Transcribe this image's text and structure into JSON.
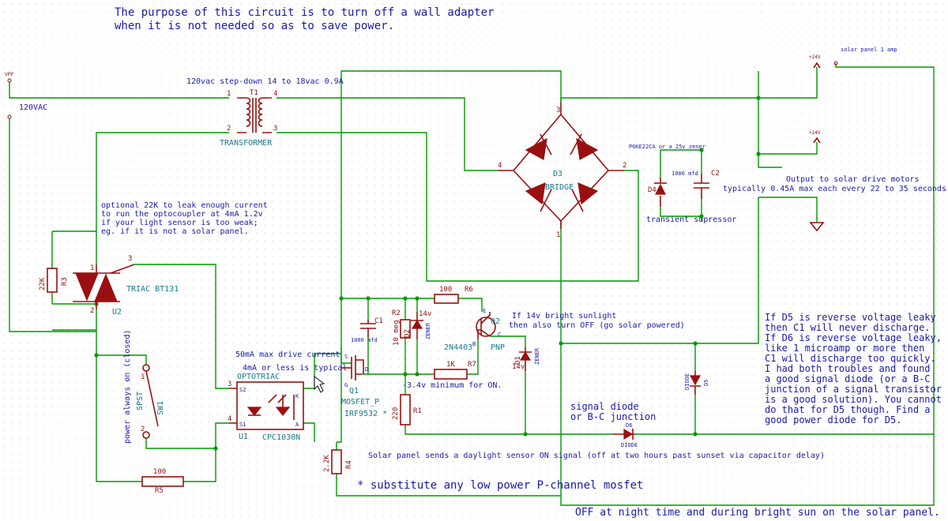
{
  "header": {
    "line1": "The purpose of this circuit is to turn off a wall adapter",
    "line2": "when it is not needed so as to save power."
  },
  "power_labels": {
    "vpp": "VPP",
    "ac": "120VAC",
    "plus24_a": "+24V",
    "plus24_b": "+24V",
    "solar_panel": "solar panel 1 amp"
  },
  "transformer": {
    "ref": "T1",
    "value": "TRANSFORMER",
    "note": "120vac step-down 14 to 18vac 0.9A",
    "pins": [
      "1",
      "2",
      "3",
      "4"
    ]
  },
  "bridge": {
    "ref": "D3",
    "value": "BRIDGE",
    "pins": [
      "1",
      "2",
      "3",
      "4"
    ]
  },
  "d4": {
    "ref": "D4",
    "value": "P6KE22CA or a 25v zener",
    "caption": "transient supressor"
  },
  "c2": {
    "ref": "C2",
    "value": "1000 mfd"
  },
  "output_note": {
    "line1": "Output to solar drive motors",
    "line2": "typically 0.45A max each every 22 to 35 seconds"
  },
  "r3": {
    "ref": "R3",
    "value": "22K"
  },
  "r3_note": {
    "line1": "optional 22K to leak enough current",
    "line2": "to run the optocoupler at 4mA 1.2v",
    "line3": "if your light sensor is too weak;",
    "line4": "eg. if it is not a solar panel."
  },
  "u2": {
    "ref": "U2",
    "value": "TRIAC BT131",
    "pin3": "3",
    "pin1": "1",
    "pin2": "2"
  },
  "sw1": {
    "ref": "SW1",
    "value": "SPST",
    "note": "power always on (closed)",
    "pin1": "1",
    "pin2": "2"
  },
  "r5": {
    "ref": "R5",
    "value": "100"
  },
  "u1": {
    "ref": "U1",
    "value": "CPC1030N",
    "type_label": "OPTOTRIAC",
    "pin3": "3",
    "pin4": "4",
    "pinS2": "S2",
    "pinS1": "S1",
    "pinK": "K",
    "pinA": "A",
    "note1": "50mA max drive current",
    "note2": "4mA or less is typical"
  },
  "q1": {
    "ref": "Q1",
    "value": "MOSFET_P",
    "part": "IRF9532 *",
    "pinS": "S",
    "pinG": "G",
    "pinD": "D"
  },
  "c1": {
    "ref": "C1",
    "value": "1000 mfd"
  },
  "r2": {
    "ref": "R2",
    "value": "10 meg"
  },
  "d2": {
    "ref": "D2",
    "value": "14v",
    "type": "ZENER"
  },
  "r6": {
    "ref": "R6",
    "value": "100"
  },
  "r7": {
    "ref": "R7",
    "value": "1K"
  },
  "q2": {
    "ref": "Q2",
    "value": "2N4403",
    "type": "PNP",
    "pinE": "E",
    "pinB": "B",
    "pinC": "C"
  },
  "q2_note": {
    "line1": "If 14v bright sunlight",
    "line2": "then also turn OFF (go solar powered)"
  },
  "d1": {
    "ref": "D1",
    "value": "14v",
    "type": "ZENER"
  },
  "r1": {
    "ref": "R1",
    "value": "220"
  },
  "r4": {
    "ref": "R4",
    "value": "2.2K"
  },
  "min_note": "-3.4v minimum for ON.",
  "d5": {
    "ref": "D5",
    "value": "DIODE"
  },
  "d6": {
    "ref": "D6",
    "value": "DIODE"
  },
  "signal_note": {
    "line1": "signal diode",
    "line2": "or B-C junction"
  },
  "solar_note": "Solar panel sends a daylight sensor ON signal (off at two hours past sunset via capacitor delay)",
  "substitute_note": "* substitute any low power P-channel mosfet",
  "footer": "OFF at night time and during bright sun on the solar panel.",
  "leak_note": {
    "line1": "If D5 is reverse voltage leaky",
    "line2": " then C1 will never discharge.",
    "line3": "If D6 is reverse voltage leaky,",
    "line4": "like 1 microamp or more then",
    "line5": "C1 will discharge too quickly.",
    "line6": "I had both troubles and found",
    "line7": "a good signal diode (or a  B-C",
    "line8": "junction  of a signal transistor",
    "line9": "is a good solution). You cannot",
    "line10": "do that for D5 though. Find a",
    "line11": "good power diode for D5."
  }
}
